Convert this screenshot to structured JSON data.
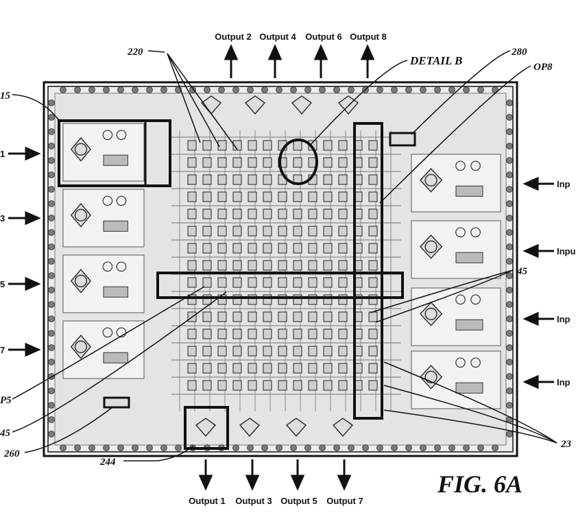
{
  "figure": {
    "label": "FIG. 6A"
  },
  "outputs_top": [
    "Output 2",
    "Output 4",
    "Output 6",
    "Output 8"
  ],
  "outputs_bottom": [
    "Output 1",
    "Output 3",
    "Output 5",
    "Output 7"
  ],
  "inputs_left_fragments": [
    "1",
    "3",
    "5",
    "7"
  ],
  "inputs_right_fragments": [
    "Inp",
    "Inpu",
    "Inp",
    "Inp"
  ],
  "callouts": {
    "r215": "15",
    "r220": "220",
    "detail_b": "DETAIL B",
    "r280": "280",
    "op8": "OP8",
    "r45_right": "45",
    "op5": "P5",
    "r45_left": "45",
    "r260": "260",
    "r244": "244",
    "r23": "23"
  },
  "colors": {
    "ink": "#111111",
    "chip_fill": "#e9e9e9",
    "grid": "#8a8a8a",
    "pad": "#7a7a7a"
  }
}
